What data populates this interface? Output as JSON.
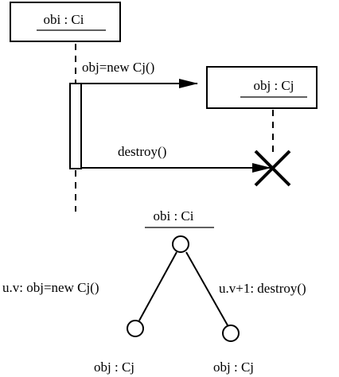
{
  "sequence": {
    "caller_object": "obi : Ci",
    "created_object": "obj : Cj",
    "create_message": "obj=new Cj()",
    "destroy_message": "destroy()"
  },
  "tree": {
    "root_label": "obi : Ci",
    "left_edge_label": "u.v: obj=new Cj()",
    "right_edge_label": "u.v+1: destroy()",
    "left_leaf_label": "obj : Cj",
    "right_leaf_label": "obj : Cj"
  },
  "colors": {
    "line": "#000000",
    "background": "#ffffff"
  }
}
